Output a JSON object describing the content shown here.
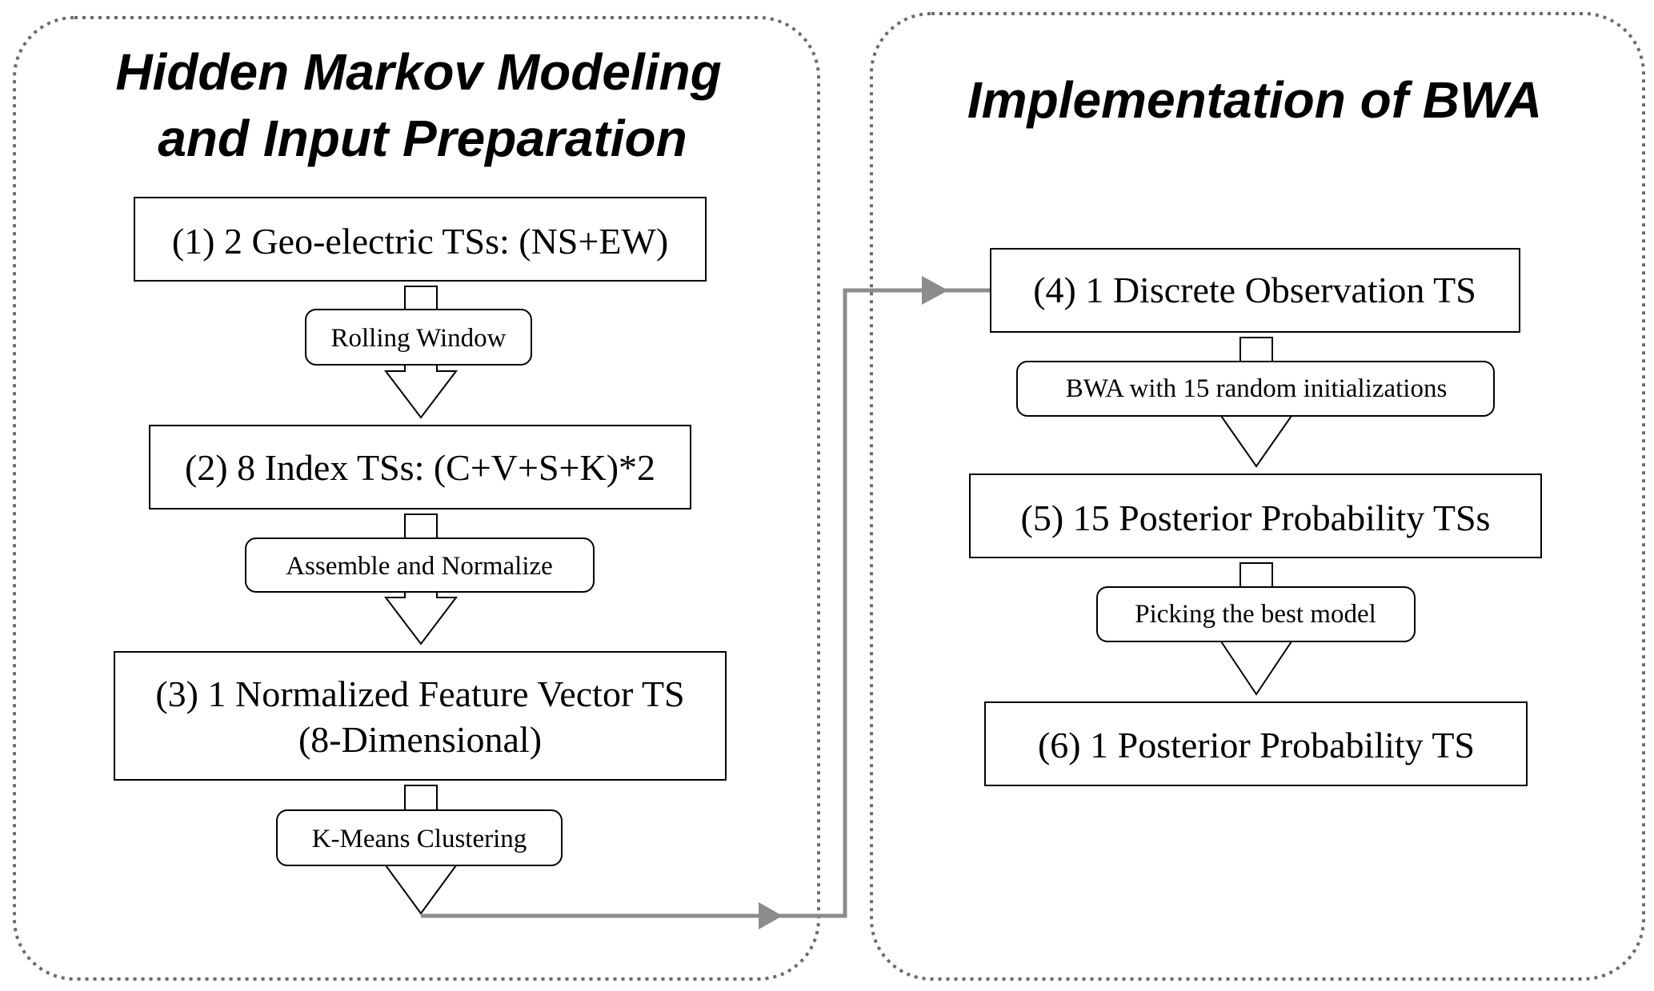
{
  "left_panel": {
    "title_lines": [
      "Hidden Markov Modeling",
      "and Input Preparation"
    ],
    "steps": [
      {
        "lines": [
          "(1) 2 Geo-electric TSs: (NS+EW)"
        ]
      },
      {
        "lines": [
          "(2) 8 Index TSs: (C+V+S+K)*2"
        ]
      },
      {
        "lines": [
          "(3) 1 Normalized Feature Vector TS",
          "(8-Dimensional)"
        ]
      }
    ],
    "transitions": [
      "Rolling Window",
      "Assemble and Normalize",
      "K-Means Clustering"
    ]
  },
  "right_panel": {
    "title_lines": [
      "Implementation of BWA"
    ],
    "steps": [
      {
        "lines": [
          "(4) 1 Discrete Observation TS"
        ]
      },
      {
        "lines": [
          "(5) 15 Posterior Probability TSs"
        ]
      },
      {
        "lines": [
          "(6) 1 Posterior Probability TS"
        ]
      }
    ],
    "transitions": [
      "BWA with 15 random initializations",
      "Picking the best model"
    ]
  },
  "colors": {
    "panel_border": "#6b6b6b",
    "box_border": "#000000",
    "connector": "#8c8c8c",
    "text": "#000000"
  }
}
